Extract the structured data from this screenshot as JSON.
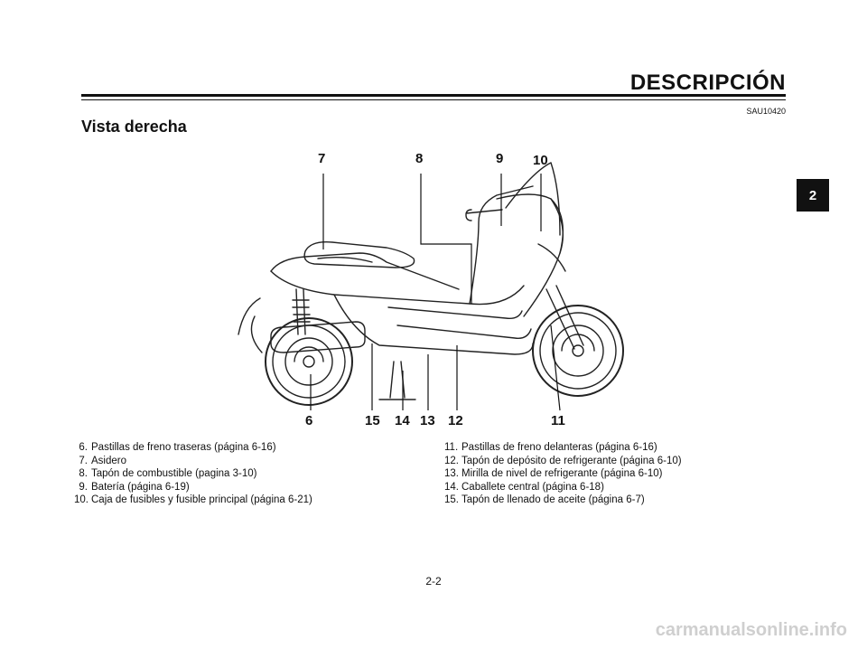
{
  "header": {
    "title": "DESCRIPCIÓN"
  },
  "section": {
    "code": "SAU10420",
    "title": "Vista derecha"
  },
  "chapter_tab": "2",
  "diagram": {
    "callouts": [
      "7",
      "8",
      "9",
      "10",
      "6",
      "15",
      "14",
      "13",
      "12",
      "11"
    ]
  },
  "legend": {
    "left": [
      {
        "num": "6.",
        "text": "Pastillas de freno traseras  (página 6-16)"
      },
      {
        "num": "7.",
        "text": "Asidero"
      },
      {
        "num": "8.",
        "text": "Tapón de combustible (pagina 3-10)"
      },
      {
        "num": "9.",
        "text": "Batería (página 6-19)"
      },
      {
        "num": "10.",
        "text": "Caja de fusibles y fusible principal (página 6-21)"
      }
    ],
    "right": [
      {
        "num": "11.",
        "text": "Pastillas de freno delanteras (página 6-16)"
      },
      {
        "num": "12.",
        "text": "Tapón de depósito de refrigerante (página 6-10)"
      },
      {
        "num": "13.",
        "text": "Mirilla de nivel de refrigerante (página 6-10)"
      },
      {
        "num": "14.",
        "text": "Caballete central (página 6-18)"
      },
      {
        "num": "15.",
        "text": "Tapón de llenado de aceite (página 6-7)"
      }
    ]
  },
  "footer": {
    "page": "2-2",
    "watermark": "carmanualsonline.info"
  }
}
